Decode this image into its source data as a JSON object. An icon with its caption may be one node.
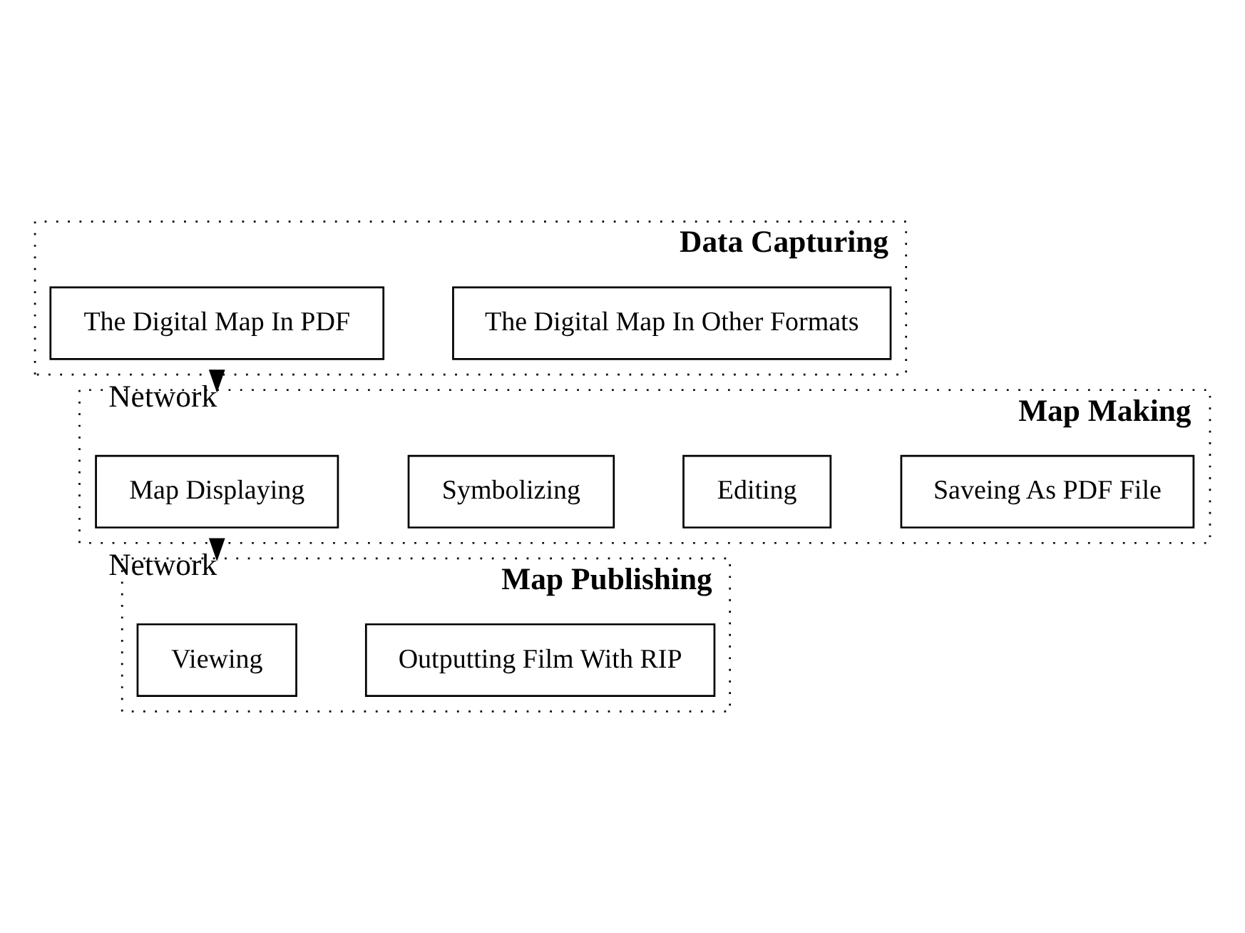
{
  "diagram": {
    "nodes": [
      {
        "text": [
          "Data Capturing"
        ]
      },
      {
        "text": [
          "The Digital Map In PDF"
        ],
        "in": 0
      },
      {
        "text": [
          "The Digital Map In Other Formats"
        ],
        "in": 0
      },
      {
        "text": [
          "Map Making"
        ]
      },
      {
        "text": [
          "Map Displaying"
        ],
        "in": 3
      },
      {
        "text": [
          "Symbolizing"
        ],
        "in": 3
      },
      {
        "text": [
          "Editing"
        ],
        "in": 3
      },
      {
        "text": [
          "Saveing As PDF File"
        ],
        "in": 3
      },
      {
        "text": [
          "Map Publishing"
        ]
      },
      {
        "text": [
          "Viewing"
        ],
        "in": 8
      },
      {
        "text": [
          "Outputting Film With RIP"
        ],
        "in": 8
      }
    ],
    "edges": [
      {
        "from": 0,
        "to": 3,
        "arrow": "to",
        "label": "Network"
      },
      {
        "from": 3,
        "to": 8,
        "arrow": "to",
        "label": "Network"
      }
    ]
  }
}
